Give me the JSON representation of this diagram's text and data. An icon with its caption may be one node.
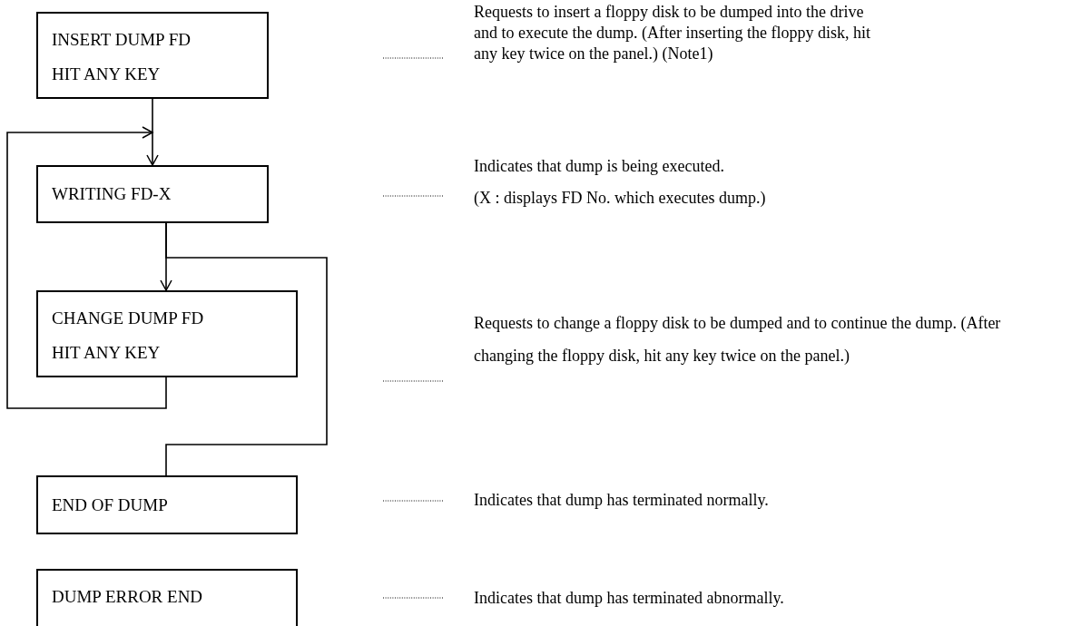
{
  "diagram": {
    "nodes": [
      {
        "text": [
          "INSERT DUMP FD HIT ANY KEY"
        ]
      },
      {
        "text": [
          "WRITING FD-X"
        ]
      },
      {
        "text": [
          "CHANGE DUMP FD HIT ANY KEY"
        ]
      },
      {
        "text": [
          "END OF DUMP"
        ]
      },
      {
        "text": [
          "DUMP ERROR END"
        ]
      },
      {
        "text": [
          "Requests to insert a floppy disk to be dumped into the drive and to execute the dump. (After inserting the floppy disk, hit any key twice on the panel.) (Note1)"
        ]
      },
      {
        "text": [
          "Indicates that dump is being executed.",
          "(X : displays FD No. which executes dump.)"
        ]
      },
      {
        "text": [
          "Requests to change a floppy disk to be dumped and to continue the dump. (After changing the floppy disk, hit any key twice on the panel.)"
        ]
      },
      {
        "text": [
          "Indicates that dump has terminated normally."
        ]
      },
      {
        "text": [
          "Indicates that dump has terminated abnormally."
        ]
      }
    ],
    "edges": [
      {
        "from": 0,
        "to": 1,
        "arrow": "to"
      },
      {
        "from": 2,
        "to": 1,
        "arrow": "to"
      },
      {
        "from": 1,
        "to": 2,
        "arrow": "to"
      },
      {
        "from": 1,
        "to": 3,
        "arrow": "none"
      },
      {
        "from": 0,
        "to": 5,
        "arrow": "none",
        "style": "dashed"
      },
      {
        "from": 1,
        "to": 6,
        "arrow": "none",
        "style": "dashed"
      },
      {
        "from": 2,
        "to": 7,
        "arrow": "none",
        "style": "dashed"
      },
      {
        "from": 3,
        "to": 8,
        "arrow": "none",
        "style": "dashed"
      },
      {
        "from": 4,
        "to": 9,
        "arrow": "none",
        "style": "dashed"
      }
    ]
  }
}
